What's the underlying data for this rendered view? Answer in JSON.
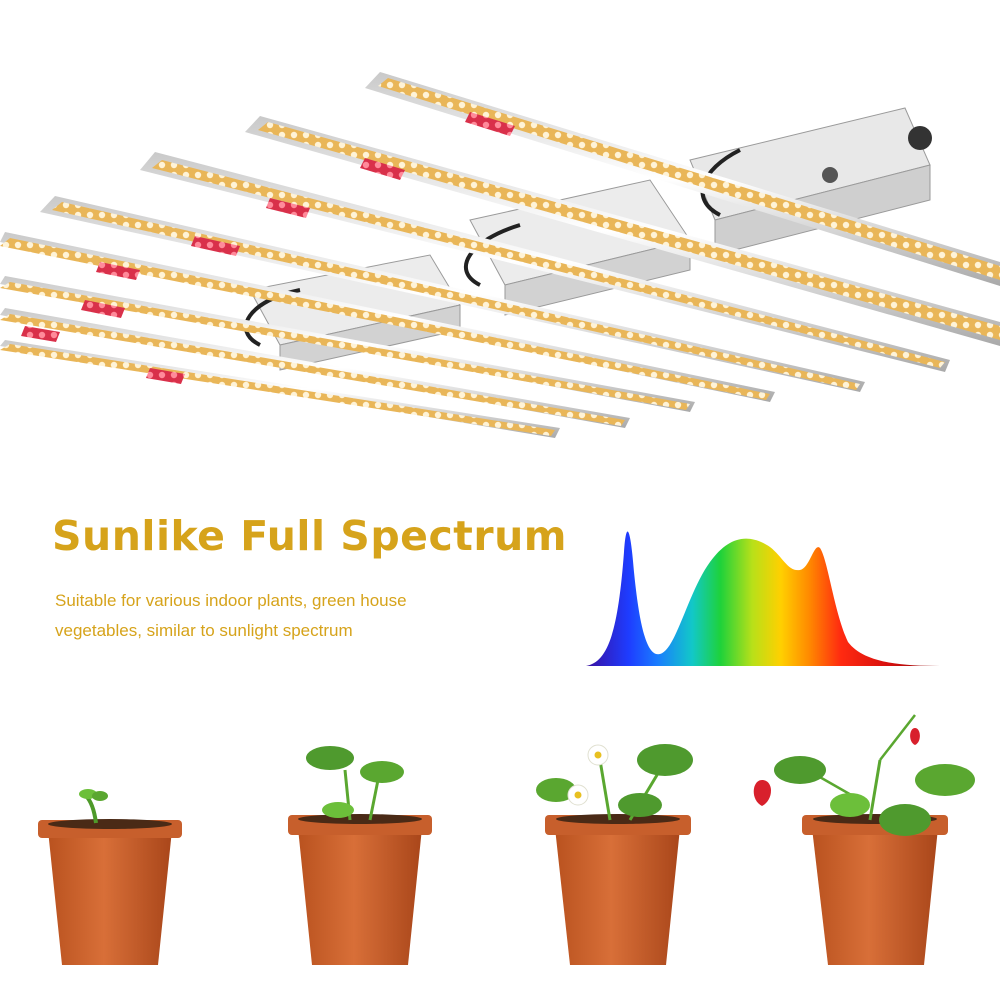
{
  "headline": "Sunlike Full Spectrum",
  "description": {
    "line1": "Suitable for various indoor plants, green house",
    "line2": "vegetables,  similar to sunlight spectrum"
  },
  "colors": {
    "accent_gold": "#d6a31b",
    "led_warm": "#f2c66b",
    "led_red": "#e0304a",
    "pot_terracotta": "#c9602f"
  },
  "plant_stages": [
    "sprout",
    "seedling",
    "flowering",
    "fruiting"
  ]
}
